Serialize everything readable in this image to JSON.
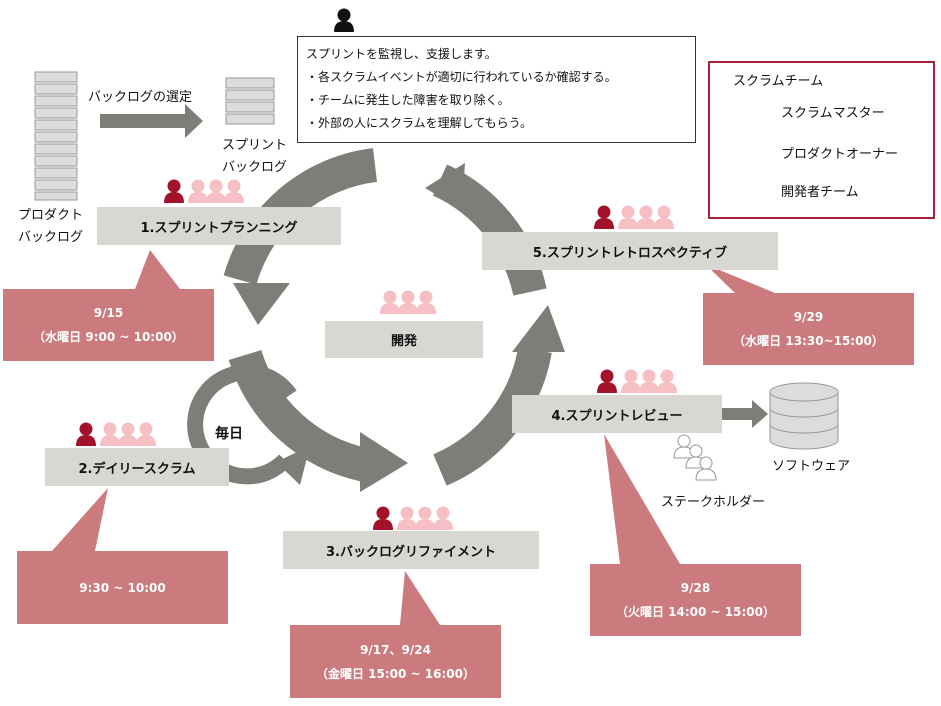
{
  "product_backlog_label_1": "プロダクト",
  "product_backlog_label_2": "バックログ",
  "backlog_selection_label": "バックログの選定",
  "sprint_backlog_label_1": "スプリント",
  "sprint_backlog_label_2": "バックログ",
  "scrum_master_callout": {
    "title": "スプリントを監視し、支援します。",
    "items": [
      "・各スクラムイベントが適切に行われているか確認する。",
      "・チームに発生した障害を取り除く。",
      "・外部の人にスクラムを理解してもらう。"
    ]
  },
  "legend": {
    "title": "スクラムチーム",
    "scrum_master": "スクラムマスター",
    "product_owner": "プロダクトオーナー",
    "dev_team": "開発者チーム"
  },
  "events": {
    "planning": "1.スプリントプランニング",
    "daily": "2.デイリースクラム",
    "refinement": "3.バックログリファイメント",
    "review": "4.スプリントレビュー",
    "retro": "5.スプリントレトロスペクティブ"
  },
  "development_label": "開発",
  "daily_label": "毎日",
  "software_label": "ソフトウェア",
  "stakeholder_label": "ステークホルダー",
  "schedules": {
    "planning": {
      "date": "9/15",
      "time": "（水曜日 9:00 ~ 10:00）"
    },
    "daily": {
      "time": "9:30 ~ 10:00"
    },
    "refinement": {
      "date": "9/17、9/24",
      "time": "（金曜日 15:00 ~ 16:00）"
    },
    "review": {
      "date": "9/28",
      "time": "（火曜日 14:00 ~ 15:00）"
    },
    "retro": {
      "date": "9/29",
      "time": "（水曜日 13:30~15:00）"
    }
  },
  "colors": {
    "cycle_arrow": "#7f7d77",
    "event_box": "#d9d7d2",
    "schedule_box": "#cb7b7d",
    "product_owner": "#a3122a",
    "dev_team": "#f5bfc3",
    "scrum_master": "#111111",
    "legend_border": "#a3223a"
  },
  "icons": [
    "person-icon",
    "server-stack-icon",
    "database-icon",
    "arrow-icon"
  ]
}
